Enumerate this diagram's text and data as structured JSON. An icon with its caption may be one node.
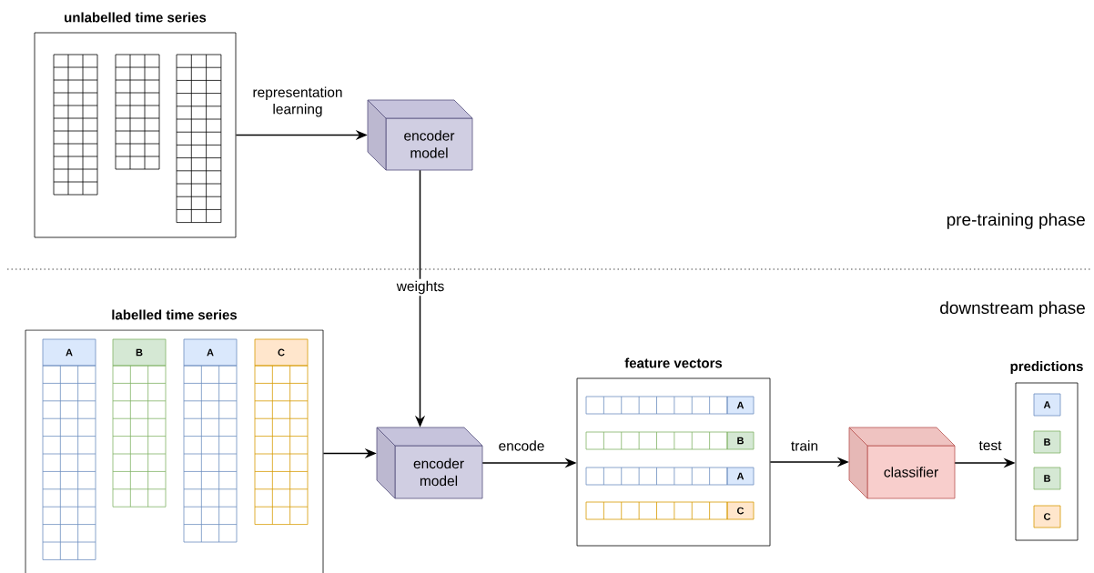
{
  "diagram": {
    "nodes": [
      {
        "text": [
          "unlabelled time series"
        ]
      },
      {
        "text": [
          "encoder model"
        ]
      },
      {
        "text": [
          "labelled time series"
        ]
      },
      {
        "text": [
          "A"
        ],
        "in": 2
      },
      {
        "text": [
          "B"
        ],
        "in": 2
      },
      {
        "text": [
          "A"
        ],
        "in": 2
      },
      {
        "text": [
          "C"
        ],
        "in": 2
      },
      {
        "text": [
          "encoder model"
        ]
      },
      {
        "text": [
          "feature vectors"
        ]
      },
      {
        "text": [
          "A"
        ],
        "in": 8
      },
      {
        "text": [
          "B"
        ],
        "in": 8
      },
      {
        "text": [
          "A"
        ],
        "in": 8
      },
      {
        "text": [
          "C"
        ],
        "in": 8
      },
      {
        "text": [
          "classifier"
        ]
      },
      {
        "text": [
          "predictions"
        ]
      },
      {
        "text": [
          "A"
        ],
        "in": 14
      },
      {
        "text": [
          "B"
        ],
        "in": 14
      },
      {
        "text": [
          "B"
        ],
        "in": 14
      },
      {
        "text": [
          "C"
        ],
        "in": 14
      }
    ],
    "edges": [
      {
        "from": 0,
        "to": 1,
        "arrow": "to",
        "label": "representation learning"
      },
      {
        "from": 1,
        "to": 7,
        "arrow": "to",
        "label": "weights"
      },
      {
        "from": 2,
        "to": 7,
        "arrow": "to"
      },
      {
        "from": 7,
        "to": 8,
        "arrow": "to",
        "label": "encode"
      },
      {
        "from": 8,
        "to": 13,
        "arrow": "to",
        "label": "train"
      },
      {
        "from": 13,
        "to": 14,
        "arrow": "to",
        "label": "test"
      }
    ],
    "labels": [
      "pre-training phase",
      "downstream phase"
    ]
  }
}
